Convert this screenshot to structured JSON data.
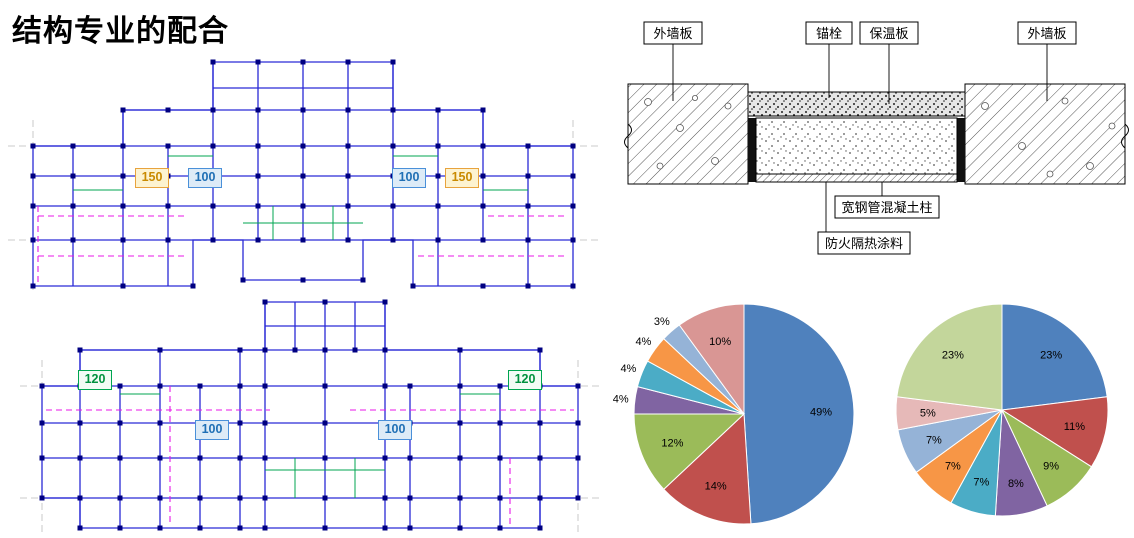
{
  "title": "结构专业的配合",
  "plans": {
    "top": {
      "labels": [
        {
          "text": "150",
          "style": "orange"
        },
        {
          "text": "100",
          "style": "blue"
        },
        {
          "text": "100",
          "style": "blue"
        },
        {
          "text": "150",
          "style": "orange"
        }
      ]
    },
    "bottom": {
      "labels": [
        {
          "text": "120",
          "style": "green"
        },
        {
          "text": "100",
          "style": "blue"
        },
        {
          "text": "100",
          "style": "blue"
        },
        {
          "text": "120",
          "style": "green"
        }
      ]
    }
  },
  "detail": {
    "top_labels": [
      "外墙板",
      "锚栓",
      "保温板",
      "外墙板"
    ],
    "bottom_labels": [
      "宽钢管混凝土柱",
      "防火隔热涂料"
    ]
  },
  "chart_data": [
    {
      "type": "pie",
      "title": "",
      "values": [
        49,
        14,
        12,
        4,
        4,
        4,
        3,
        10
      ],
      "labels": [
        "49%",
        "14%",
        "12%",
        "4%",
        "4%",
        "4%",
        "3%",
        "10%"
      ],
      "colors": [
        "#4F81BD",
        "#C0504D",
        "#9BBB59",
        "#8064A2",
        "#4BACC6",
        "#F79646",
        "#95B3D7",
        "#D99694"
      ],
      "start_angle_deg": 0,
      "direction": "clockwise",
      "legend": "none"
    },
    {
      "type": "pie",
      "title": "",
      "values": [
        23,
        11,
        9,
        8,
        7,
        7,
        7,
        5,
        23
      ],
      "labels": [
        "23%",
        "11%",
        "9%",
        "8%",
        "7%",
        "7%",
        "7%",
        "5%",
        "23%"
      ],
      "colors": [
        "#4F81BD",
        "#C0504D",
        "#9BBB59",
        "#8064A2",
        "#4BACC6",
        "#F79646",
        "#95B3D7",
        "#E6B9B8",
        "#C3D69B"
      ],
      "start_angle_deg": 0,
      "direction": "clockwise",
      "legend": "none"
    }
  ]
}
